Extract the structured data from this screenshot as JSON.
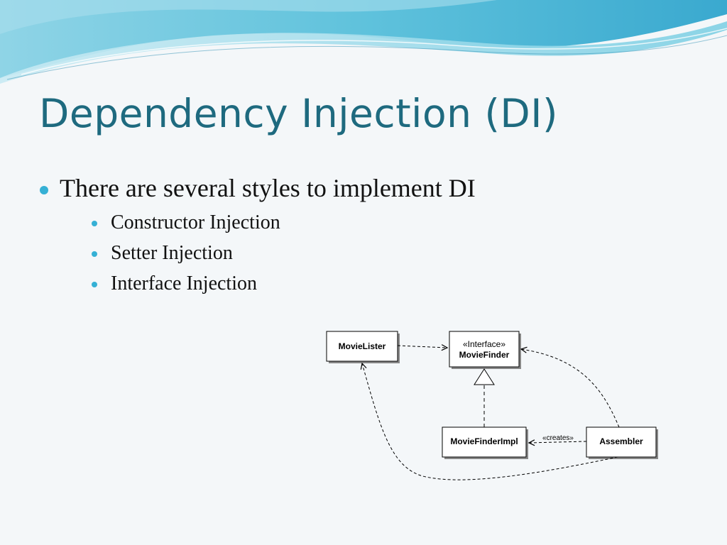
{
  "slide": {
    "title": "Dependency Injection (DI)",
    "bullet_main": "There are several styles to implement DI",
    "sub_bullets": [
      "Constructor Injection",
      "Setter Injection",
      "Interface Injection"
    ],
    "accent_color": "#1e6a7f",
    "bullet_color": "#35b0d5"
  },
  "diagram": {
    "movie_lister": "MovieLister",
    "finder_stereotype": "«Interface»",
    "movie_finder": "MovieFinder",
    "finder_impl": "MovieFinderImpl",
    "assembler": "Assembler",
    "creates_label": "«creates»"
  }
}
